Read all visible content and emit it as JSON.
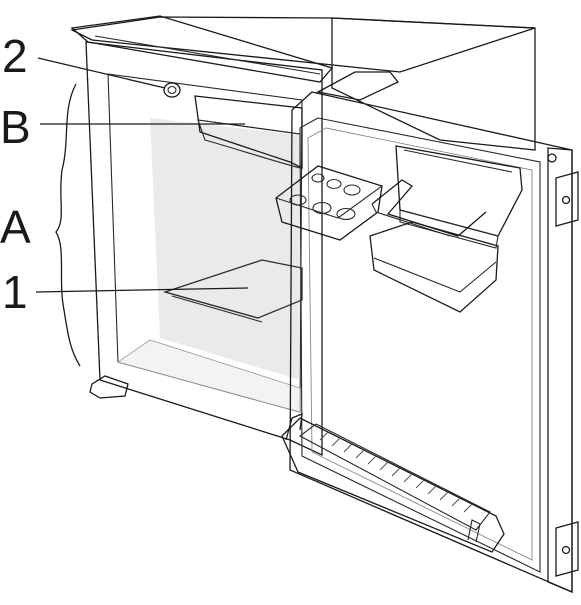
{
  "callouts": {
    "label_2": "2",
    "label_b": "B",
    "label_a": "A",
    "label_1": "1"
  },
  "icons": [
    "refrigerator-illustration",
    "thermostat-knob",
    "freezer-compartment",
    "glass-shelf",
    "egg-tray",
    "door-bin",
    "bottle-rack",
    "door-hinge"
  ],
  "colors": {
    "outline": "#1a1a1a",
    "body_light": "#f0f0f0",
    "body_side": "#d4d4d4",
    "interior": "#e6e6e6",
    "interior_shadow": "#c9c9c9",
    "door": "#ececec"
  }
}
